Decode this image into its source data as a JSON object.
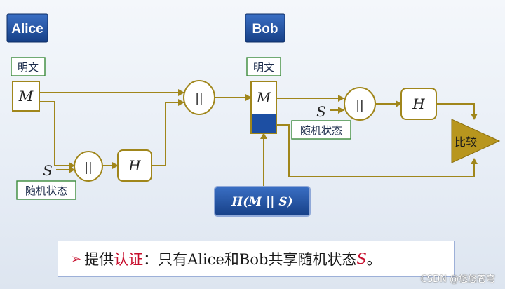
{
  "parties": {
    "alice": "Alice",
    "bob": "Bob"
  },
  "labels": {
    "plaintext": "明文",
    "random_state": "随机状态",
    "compare": "比较"
  },
  "symbols": {
    "message": "M",
    "random": "S",
    "concat": "||",
    "hash": "H",
    "hash_concat": "H(M || S)"
  },
  "caption": {
    "bullet": "➢",
    "prefix": "提供",
    "highlight": "认证",
    "text": "：只有Alice和Bob共享随机状态",
    "variable": "S",
    "suffix": "。"
  },
  "watermark": "CSDN @悠悠苍穹",
  "colors": {
    "wire": "#a0861b",
    "party_fill": "#2356a8",
    "compare_fill": "#b8961e",
    "highlight": "#c8102e"
  }
}
